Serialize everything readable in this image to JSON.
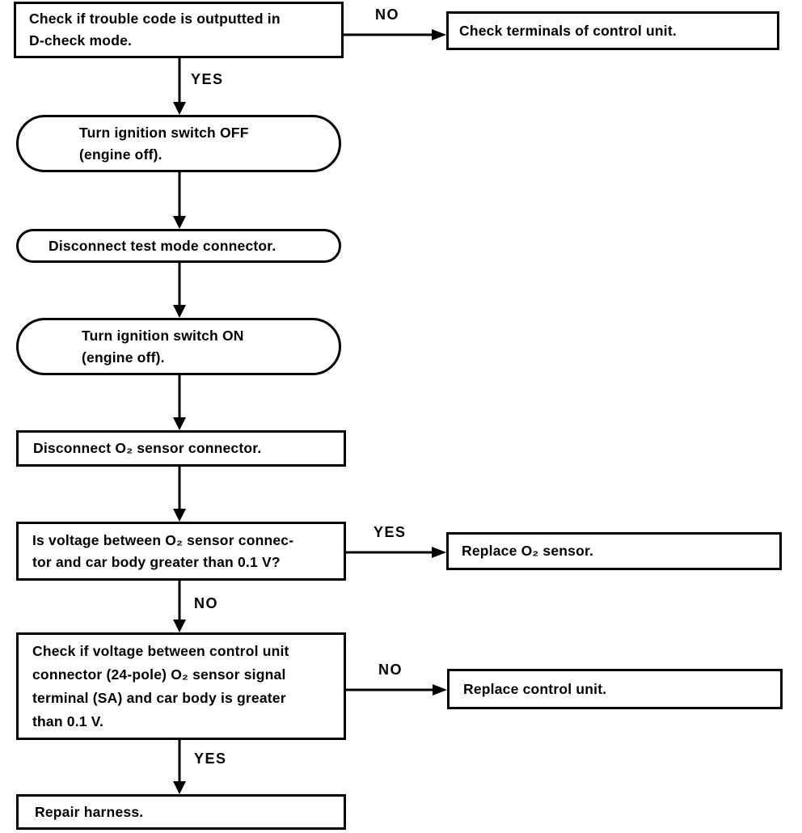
{
  "diagram": {
    "type": "flowchart",
    "ink_color": "#000000",
    "background_color": "#ffffff",
    "nodes": {
      "check_trouble_code": "Check if trouble code is outputted in\nD-check mode.",
      "check_terminals": "Check terminals of control unit.",
      "ignition_off": "Turn ignition switch OFF\n(engine off).",
      "disconnect_test_mode": "Disconnect test mode connector.",
      "ignition_on": "Turn ignition switch ON\n(engine off).",
      "disconnect_o2_connector": "Disconnect O₂ sensor connector.",
      "voltage_question": "Is voltage between O₂ sensor connec-\ntor and car body greater than 0.1 V?",
      "replace_o2_sensor": "Replace O₂ sensor.",
      "control_unit_voltage": "Check if voltage between control unit\nconnector (24-pole) O₂ sensor signal\nterminal (SA) and car body is greater\nthan 0.1 V.",
      "replace_control_unit": "Replace control unit.",
      "repair_harness": "Repair harness."
    },
    "edge_labels": {
      "yes_ignition_off": "YES",
      "no_check_terminals": "NO",
      "yes_replace_sensor": "YES",
      "no_control_unit_check": "NO",
      "no_replace_control_unit": "NO",
      "yes_repair_harness": "YES"
    }
  }
}
